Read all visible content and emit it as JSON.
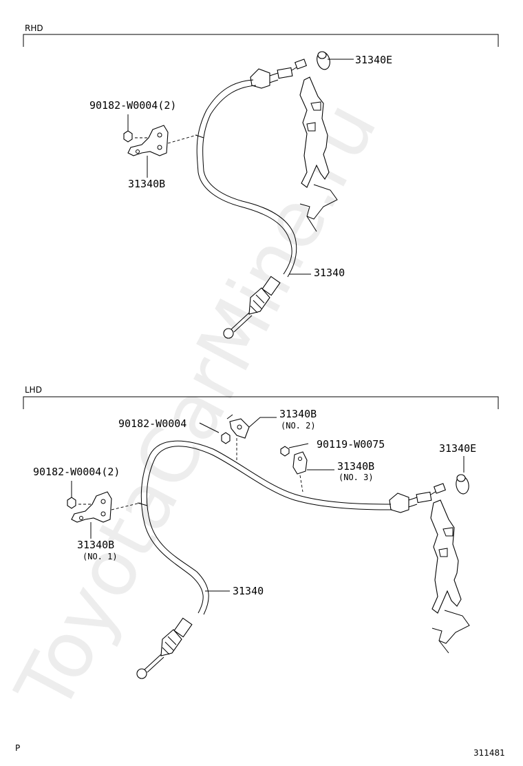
{
  "sections": {
    "rhd": {
      "title": "RHD",
      "labels": {
        "part_31340E": "31340E",
        "bolt_90182": "90182-W0004(2)",
        "bracket_31340B": "31340B",
        "cable_31340": "31340"
      }
    },
    "lhd": {
      "title": "LHD",
      "labels": {
        "bolt_90182_single": "90182-W0004",
        "bracket_31340B_no2": "31340B",
        "bracket_no2_note": "(NO. 2)",
        "bolt_90119": "90119-W0075",
        "bracket_31340B_no3": "31340B",
        "bracket_no3_note": "(NO. 3)",
        "part_31340E": "31340E",
        "bolt_90182_double": "90182-W0004(2)",
        "bracket_31340B_no1": "31340B",
        "bracket_no1_note": "(NO. 1)",
        "cable_31340": "31340"
      }
    }
  },
  "footer": {
    "left": "P",
    "right": "311481"
  },
  "watermark": "ToyotaCarMine.ru"
}
